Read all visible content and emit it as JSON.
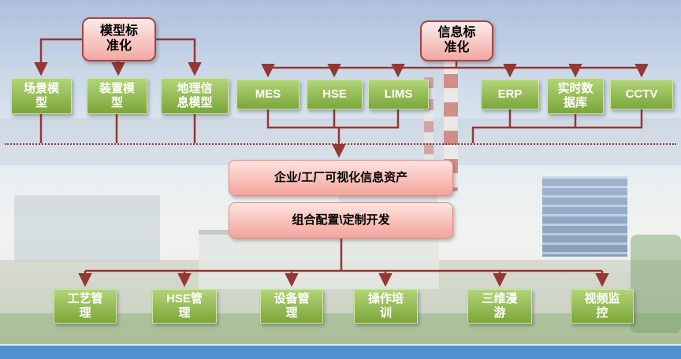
{
  "colors": {
    "arrow": "#953735",
    "green_box": "#7ba63a",
    "pink_box": "#f2a9a2"
  },
  "top": {
    "model_std": "模型标\n准化",
    "info_std": "信息标\n准化"
  },
  "sources": [
    {
      "label": "场景模\n型"
    },
    {
      "label": "装置模\n型"
    },
    {
      "label": "地理信\n息模型"
    },
    {
      "label": "MES"
    },
    {
      "label": "HSE"
    },
    {
      "label": "LIMS"
    },
    {
      "label": "ERP"
    },
    {
      "label": "实时数\n据库"
    },
    {
      "label": "CCTV"
    }
  ],
  "middle": [
    {
      "label": "企业/工厂可视化信息资产"
    },
    {
      "label": "组合配置\\定制开发"
    }
  ],
  "applications": [
    {
      "label": "工艺管\n理"
    },
    {
      "label": "HSE管\n理"
    },
    {
      "label": "设备管\n理"
    },
    {
      "label": "操作培\n训"
    },
    {
      "label": "三维漫\n游"
    },
    {
      "label": "视频监\n控"
    }
  ]
}
